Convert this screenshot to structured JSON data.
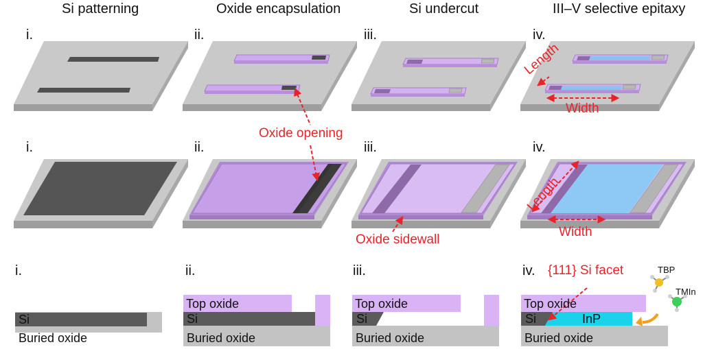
{
  "headers": [
    "Si patterning",
    "Oxide encapsulation",
    "Si undercut",
    "III–V selective epitaxy"
  ],
  "row_numbers": {
    "row1": [
      "i.",
      "ii.",
      "iii.",
      "iv."
    ],
    "row2": [
      "i.",
      "ii.",
      "iii.",
      "iv."
    ],
    "row3": [
      "i.",
      "ii.",
      "iii.",
      "iv."
    ]
  },
  "annotations": {
    "oxide_opening": "Oxide opening",
    "oxide_sidewall": "Oxide sidewall",
    "length": "Length",
    "width": "Width",
    "si_facet": "{111} Si facet"
  },
  "layer_labels": {
    "top_oxide": "Top oxide",
    "si": "Si",
    "buried_oxide": "Buried oxide",
    "inp": "InP"
  },
  "molecules": [
    "TBP",
    "TMIn"
  ],
  "colors": {
    "substrate": "#bdbdbd",
    "silicon": "#5a5a5a",
    "oxide": "#d7b3f3",
    "inp": "#1ad2ea",
    "annotation": "#e8242a",
    "arrow_orange": "#f0a020"
  }
}
